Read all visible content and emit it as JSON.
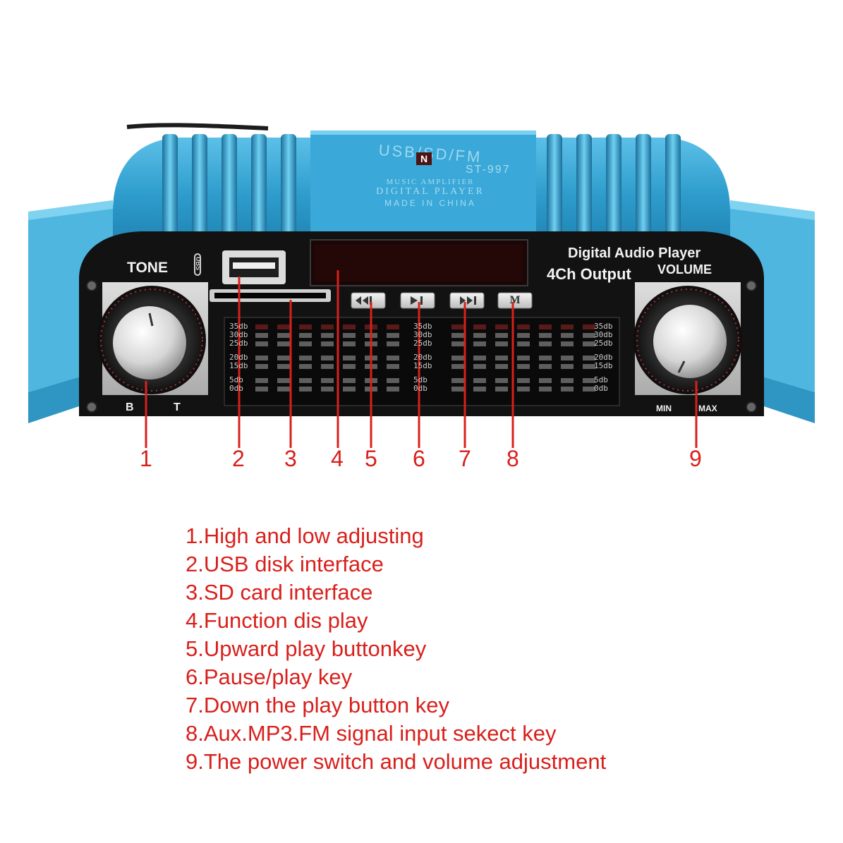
{
  "device": {
    "top_text": "USB/SD/FM",
    "model": "ST-997",
    "brand_mark": "N",
    "subtitle1": "MUSIC AMPLIFIER",
    "subtitle2": "DIGITAL PLAYER",
    "origin": "MADE IN CHINA",
    "tone_label": "TONE",
    "usb_text": "UBS",
    "product_line1": "Digital Audio Player",
    "product_line2": "4Ch Output",
    "volume_label": "VOLUME",
    "b_label": "B",
    "t_label": "T",
    "min_label": "MIN",
    "max_label": "MAX",
    "mode_button_glyph": "M",
    "db_scale": [
      "35db",
      "30db",
      "25db",
      "20db",
      "15db",
      "5db",
      "0db"
    ]
  },
  "callouts": [
    "1",
    "2",
    "3",
    "4",
    "5",
    "6",
    "7",
    "8",
    "9"
  ],
  "legend": [
    "1.High and low adjusting",
    "2.USB disk interface",
    "3.SD card interface",
    "4.Function dis play",
    "5.Upward play buttonkey",
    "6.Pause/play key",
    "7.Down the play button key",
    "8.Aux.MP3.FM signal input sekect key",
    "9.The power switch and volume adjustment"
  ],
  "colors": {
    "callout_red": "#d8201c",
    "chassis_blue": "#3fa7d2",
    "panel_black": "#121212"
  }
}
